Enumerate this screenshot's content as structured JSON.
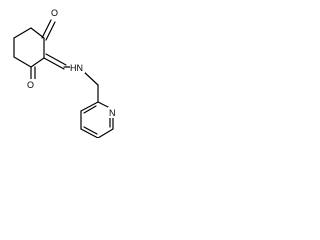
{
  "molecule": {
    "atoms": {
      "o_top": "O",
      "o_bottom": "O",
      "nh": "HN",
      "n_pyridine": "N"
    }
  }
}
